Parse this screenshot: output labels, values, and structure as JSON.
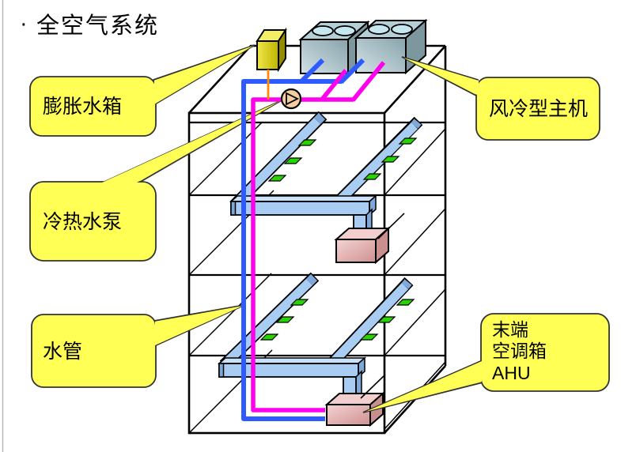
{
  "page": {
    "title_bullet": "·",
    "title": "全空气系统"
  },
  "callouts": [
    {
      "id": "expansion-tank",
      "label": "膨胀水箱"
    },
    {
      "id": "chilled-hot-water-pump",
      "label": "冷热水泵"
    },
    {
      "id": "water-pipe",
      "label": "水管"
    },
    {
      "id": "air-cooled-chiller",
      "label": "风冷型主机"
    },
    {
      "id": "terminal-ahu",
      "lines": [
        "末端",
        "空调箱",
        "AHU"
      ]
    }
  ],
  "colors": {
    "background": "#ffffff",
    "outline_black": "#000000",
    "callout_yellow": "#ffff55",
    "callout_border": "#333333",
    "pipe_blue": "#2e5bff",
    "pipe_magenta": "#ff00ee",
    "orange_line": "#ff8a00",
    "duct_blue": "#a9ccf2",
    "duct_top": "#c9e2fa",
    "duct_cap": "#7fa8d8",
    "diffuser_green": "#28d400",
    "ahu_pink": "#e2a9a9",
    "ahu_top": "#f2cece",
    "ahu_side": "#c98f8f",
    "chiller_gray": "#a5bec6",
    "chiller_top": "#b4cfd6",
    "chiller_side": "#7d979f",
    "fan_oval": "#c6e6f0",
    "tank_yellow": "#e2d800",
    "tank_top": "#f4ee66",
    "tank_side": "#938c00",
    "pump_beige": "#f6cd9e",
    "text_black": "#000000"
  }
}
